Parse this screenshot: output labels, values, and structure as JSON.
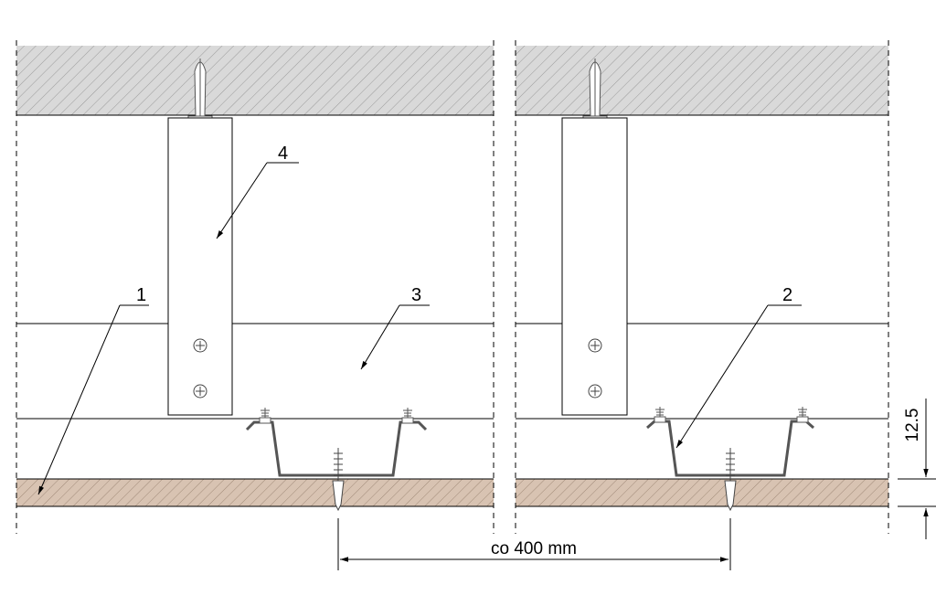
{
  "callouts": {
    "label_1": "1",
    "label_2": "2",
    "label_3": "3",
    "label_4": "4"
  },
  "dimensions": {
    "spacing": "co 400 mm",
    "thickness": "12.5"
  },
  "colors": {
    "concrete_fill": "#d9d9d9",
    "concrete_hatch": "#9a9a9a",
    "board_fill": "#d8c3b2",
    "board_hatch": "#a08a78",
    "line": "#000000",
    "profile": "#555555"
  }
}
